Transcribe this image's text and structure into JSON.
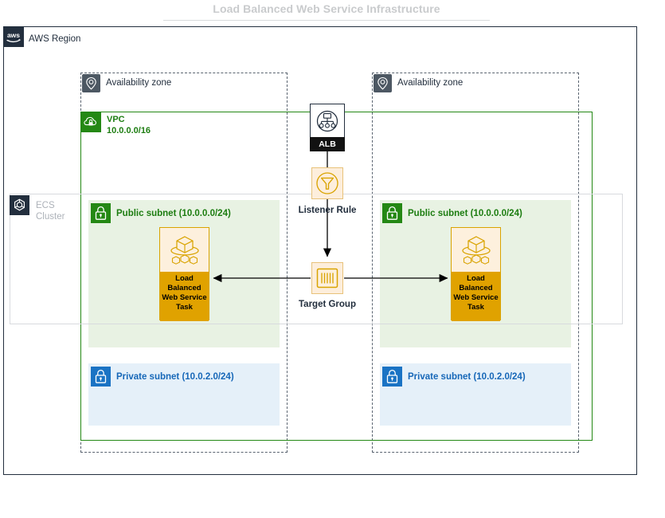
{
  "title": "Load Balanced Web Service Infrastructure",
  "region": {
    "label": "AWS Region",
    "icon": "aws-logo-icon"
  },
  "availability_zones": [
    {
      "label": "Availability zone",
      "icon": "location-pin-icon"
    },
    {
      "label": "Availability zone",
      "icon": "location-pin-icon"
    }
  ],
  "vpc": {
    "name": "VPC",
    "cidr": "10.0.0.0/16",
    "icon": "vpc-cloud-lock-icon",
    "color": "#248814"
  },
  "ecs_cluster": {
    "line1": "ECS",
    "line2": "Cluster",
    "icon": "ecs-hexagon-icon",
    "color": "#232f3e"
  },
  "subnets": [
    {
      "type": "public",
      "label": "Public subnet (10.0.0.0/24)",
      "icon": "lock-icon",
      "color": "#248814",
      "fill": "#e8f2e3"
    },
    {
      "type": "public",
      "label": "Public subnet (10.0.0.0/24)",
      "icon": "lock-icon",
      "color": "#248814",
      "fill": "#e8f2e3"
    },
    {
      "type": "private",
      "label": "Private subnet (10.0.2.0/24)",
      "icon": "lock-icon",
      "color": "#1a73c4",
      "fill": "#e5f0f9"
    },
    {
      "type": "private",
      "label": "Private subnet (10.0.2.0/24)",
      "icon": "lock-icon",
      "color": "#1a73c4",
      "fill": "#e5f0f9"
    }
  ],
  "tasks": [
    {
      "label": "Load Balanced Web Service Task",
      "icon": "ecs-task-container-icon",
      "color": "#e0a200"
    },
    {
      "label": "Load Balanced Web Service Task",
      "icon": "ecs-task-container-icon",
      "color": "#e0a200"
    }
  ],
  "nodes": {
    "alb": {
      "label": "ALB",
      "icon": "load-balancer-icon"
    },
    "listener_rule": {
      "label": "Listener Rule",
      "icon": "funnel-filter-icon",
      "color": "#d9a300"
    },
    "target_group": {
      "label": "Target Group",
      "icon": "target-group-bars-icon",
      "color": "#d9a300"
    }
  },
  "connections": [
    {
      "from": "alb",
      "to": "target_group",
      "style": "arrow-down"
    },
    {
      "from": "target_group",
      "to": "task-left",
      "style": "arrow-left"
    },
    {
      "from": "target_group",
      "to": "task-right",
      "style": "arrow-right"
    }
  ]
}
